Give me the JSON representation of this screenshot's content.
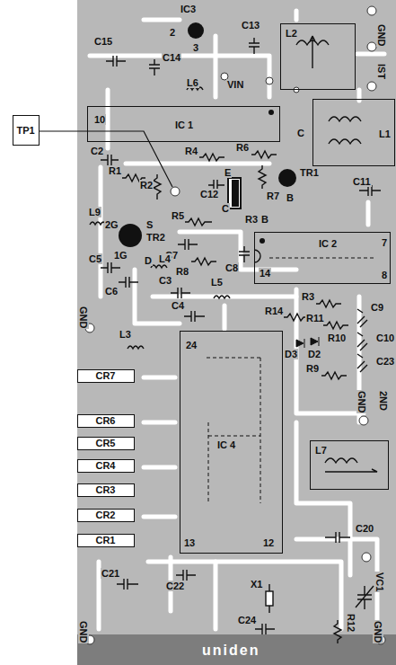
{
  "diagram": {
    "nodes": [
      {
        "text": [
          "TP1"
        ]
      },
      {
        "text": [
          "10",
          "IC 1"
        ]
      },
      {
        "text": [
          "IC 2"
        ]
      },
      {
        "text": [
          "IC 4"
        ]
      },
      {
        "text": [
          "L2"
        ]
      },
      {
        "text": [
          "L1"
        ]
      },
      {
        "text": [
          "L7"
        ]
      },
      {
        "text": [
          "CR7"
        ]
      },
      {
        "text": [
          "CR6"
        ]
      },
      {
        "text": [
          "CR5"
        ]
      },
      {
        "text": [
          "CR4"
        ]
      },
      {
        "text": [
          "CR3"
        ]
      },
      {
        "text": [
          "CR2"
        ]
      },
      {
        "text": [
          "CR1"
        ]
      }
    ],
    "labels": [
      "IC3",
      "2",
      "3",
      "C13",
      "C15",
      "C14",
      "L6",
      "VIN",
      "GND",
      "IST",
      "C",
      "E",
      "R4",
      "R6",
      "C2",
      "R1",
      "R2",
      "C12",
      "R7",
      "TR1",
      "B",
      "C11",
      "C",
      "R3",
      "B",
      "L9",
      "2G",
      "S",
      "TR2",
      "D",
      "1G",
      "R5",
      "C7",
      "R8",
      "C8",
      "C5",
      "L4",
      "C6",
      "C3",
      "L5",
      "GND",
      "C4",
      "L3",
      "R3",
      "R14",
      "R11",
      "C9",
      "R10",
      "D2",
      "D3",
      "C10",
      "C23",
      "R9",
      "GND",
      "2ND",
      "C20",
      "C21",
      "C22",
      "X1",
      "VC1",
      "R12",
      "C24",
      "GND",
      "GND",
      "24",
      "13",
      "12",
      "7",
      "8",
      "14",
      "uniden"
    ]
  }
}
